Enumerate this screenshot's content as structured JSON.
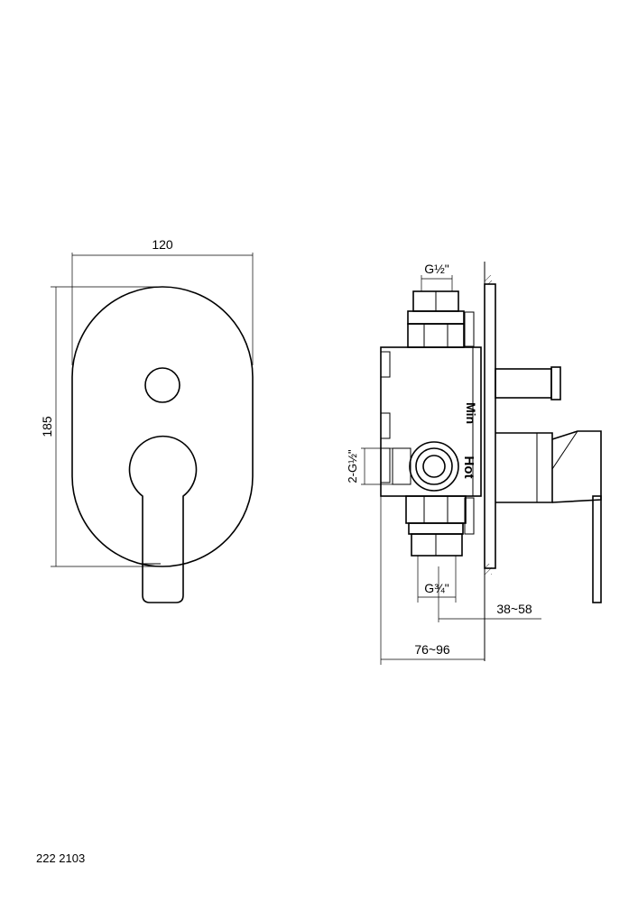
{
  "front_view": {
    "width_label": "120",
    "height_label": "185"
  },
  "side_view": {
    "top_outlet_label": "G½\"",
    "side_outlet_label": "2-G½\"",
    "bottom_outlet_label": "G¾\"",
    "depth_small_label": "38~58",
    "depth_total_label": "76~96",
    "min_label": "Min",
    "hot_label": "Hot"
  },
  "product_code": "222 2103"
}
